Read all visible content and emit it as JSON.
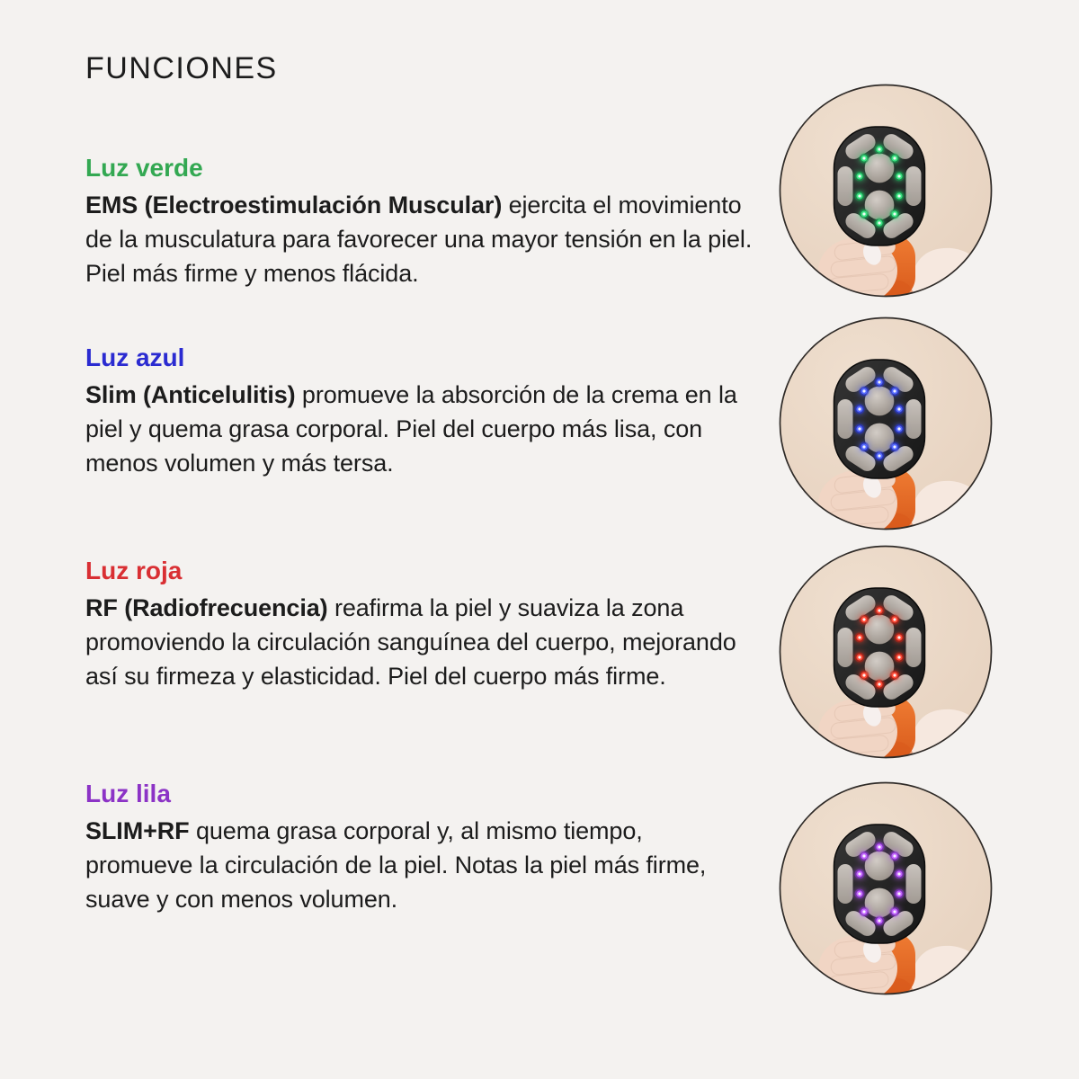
{
  "page": {
    "title": "FUNCIONES"
  },
  "palette": {
    "page_bg": "#f4f2f0",
    "text": "#1c1c1c",
    "circle_bg_light": "#efdfcf",
    "circle_bg": "#e6d1be",
    "circle_border": "#2e2a27",
    "device_body_light": "#363636",
    "device_body": "#161616",
    "pad_light": "#c9c3bd",
    "pad_dark": "#a19a93",
    "electrode_light": "#d2ccc6",
    "electrode_dark": "#948c84",
    "grip": "#ef7c33",
    "grip_dark": "#d85a1b",
    "skin": "#f1d5c4",
    "arm": "#f6e8df",
    "nail": "#f6f0ee"
  },
  "sections": [
    {
      "heading": "Luz verde",
      "heading_color": "#33a852",
      "lead": "EMS (Electroestimulación Muscular)",
      "body": " ejercita el movimiento de la musculatura para favorecer una mayor tensión en la piel. Piel más firme y menos flácida.",
      "led": {
        "color": "#3ae381",
        "glow": "#0fa04d"
      },
      "image": "device-with-green-leds"
    },
    {
      "heading": "Luz azul",
      "heading_color": "#2b2bd1",
      "lead": "Slim (Anticelulitis)",
      "body": " promueve la absorción de la crema en la piel y quema grasa corporal. Piel del cuerpo más lisa, con menos volumen y más tersa.",
      "led": {
        "color": "#5468ff",
        "glow": "#2230dd"
      },
      "image": "device-with-blue-leds"
    },
    {
      "heading": "Luz roja",
      "heading_color": "#d92f33",
      "lead": "RF (Radiofrecuencia)",
      "body": " reafirma la piel y suaviza la zona promoviendo la circulación sanguínea del cuerpo, mejorando así su firmeza y elasticidad. Piel del cuerpo más firme.",
      "led": {
        "color": "#ff4a36",
        "glow": "#c81c10"
      },
      "image": "device-with-red-leds"
    },
    {
      "heading": "Luz lila",
      "heading_color": "#8c33c6",
      "lead": "SLIM+RF",
      "body": " quema grasa corporal y, al mismo tiempo, promueve la circulación de la piel. Notas la piel más firme, suave y con menos volumen.",
      "led": {
        "color": "#c263ff",
        "glow": "#8a2bd8"
      },
      "image": "device-with-purple-leds"
    }
  ]
}
